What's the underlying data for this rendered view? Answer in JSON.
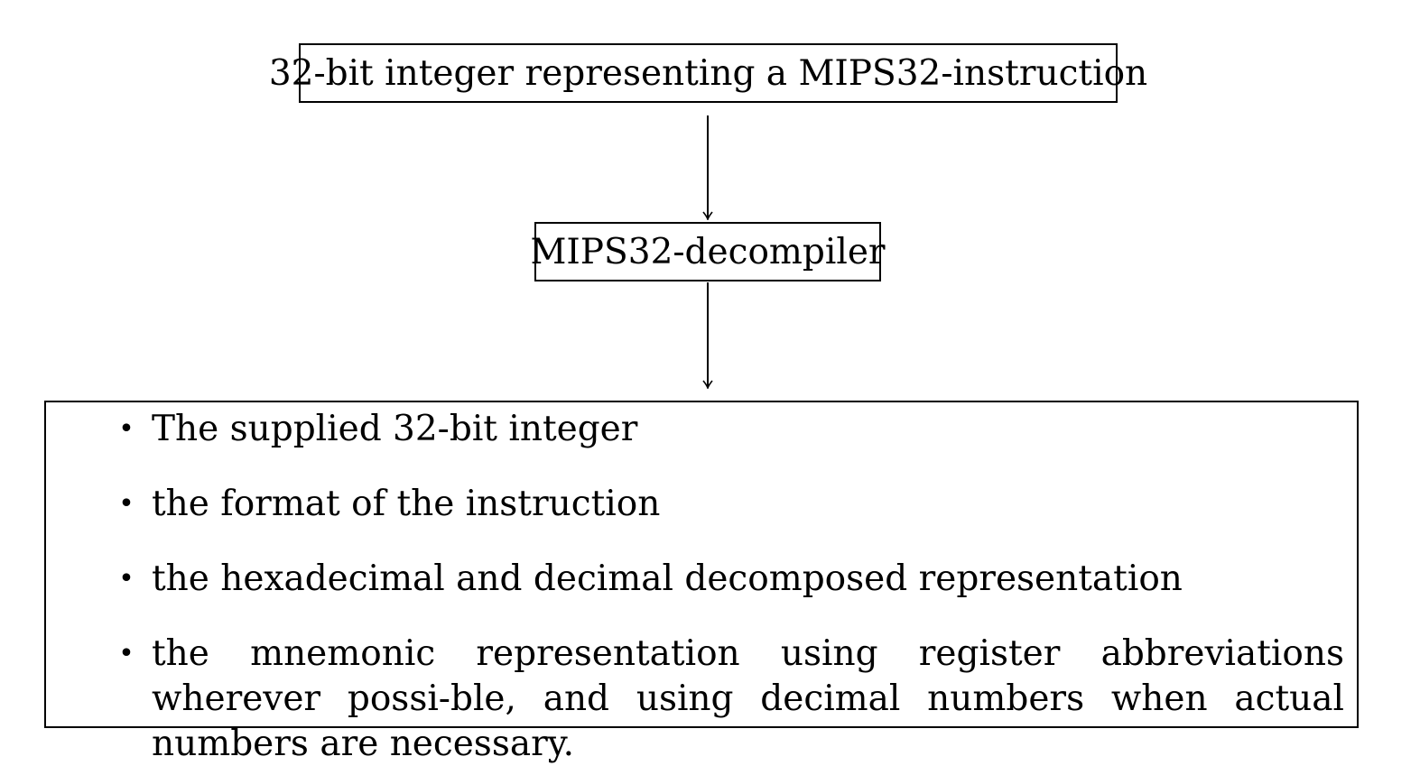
{
  "diagram": {
    "input_label": "32-bit integer representing a MIPS32-instruction",
    "process_label": "MIPS32-decompiler",
    "output_items": [
      "The supplied 32-bit integer",
      "the format of the instruction",
      "the hexadecimal and decimal decomposed representation",
      "the mnemonic representation using register abbreviations wherever possi-ble, and using decimal numbers when actual numbers are necessary."
    ],
    "bullet_glyph": "•",
    "colors": {
      "stroke": "#000000",
      "background": "#ffffff"
    }
  }
}
